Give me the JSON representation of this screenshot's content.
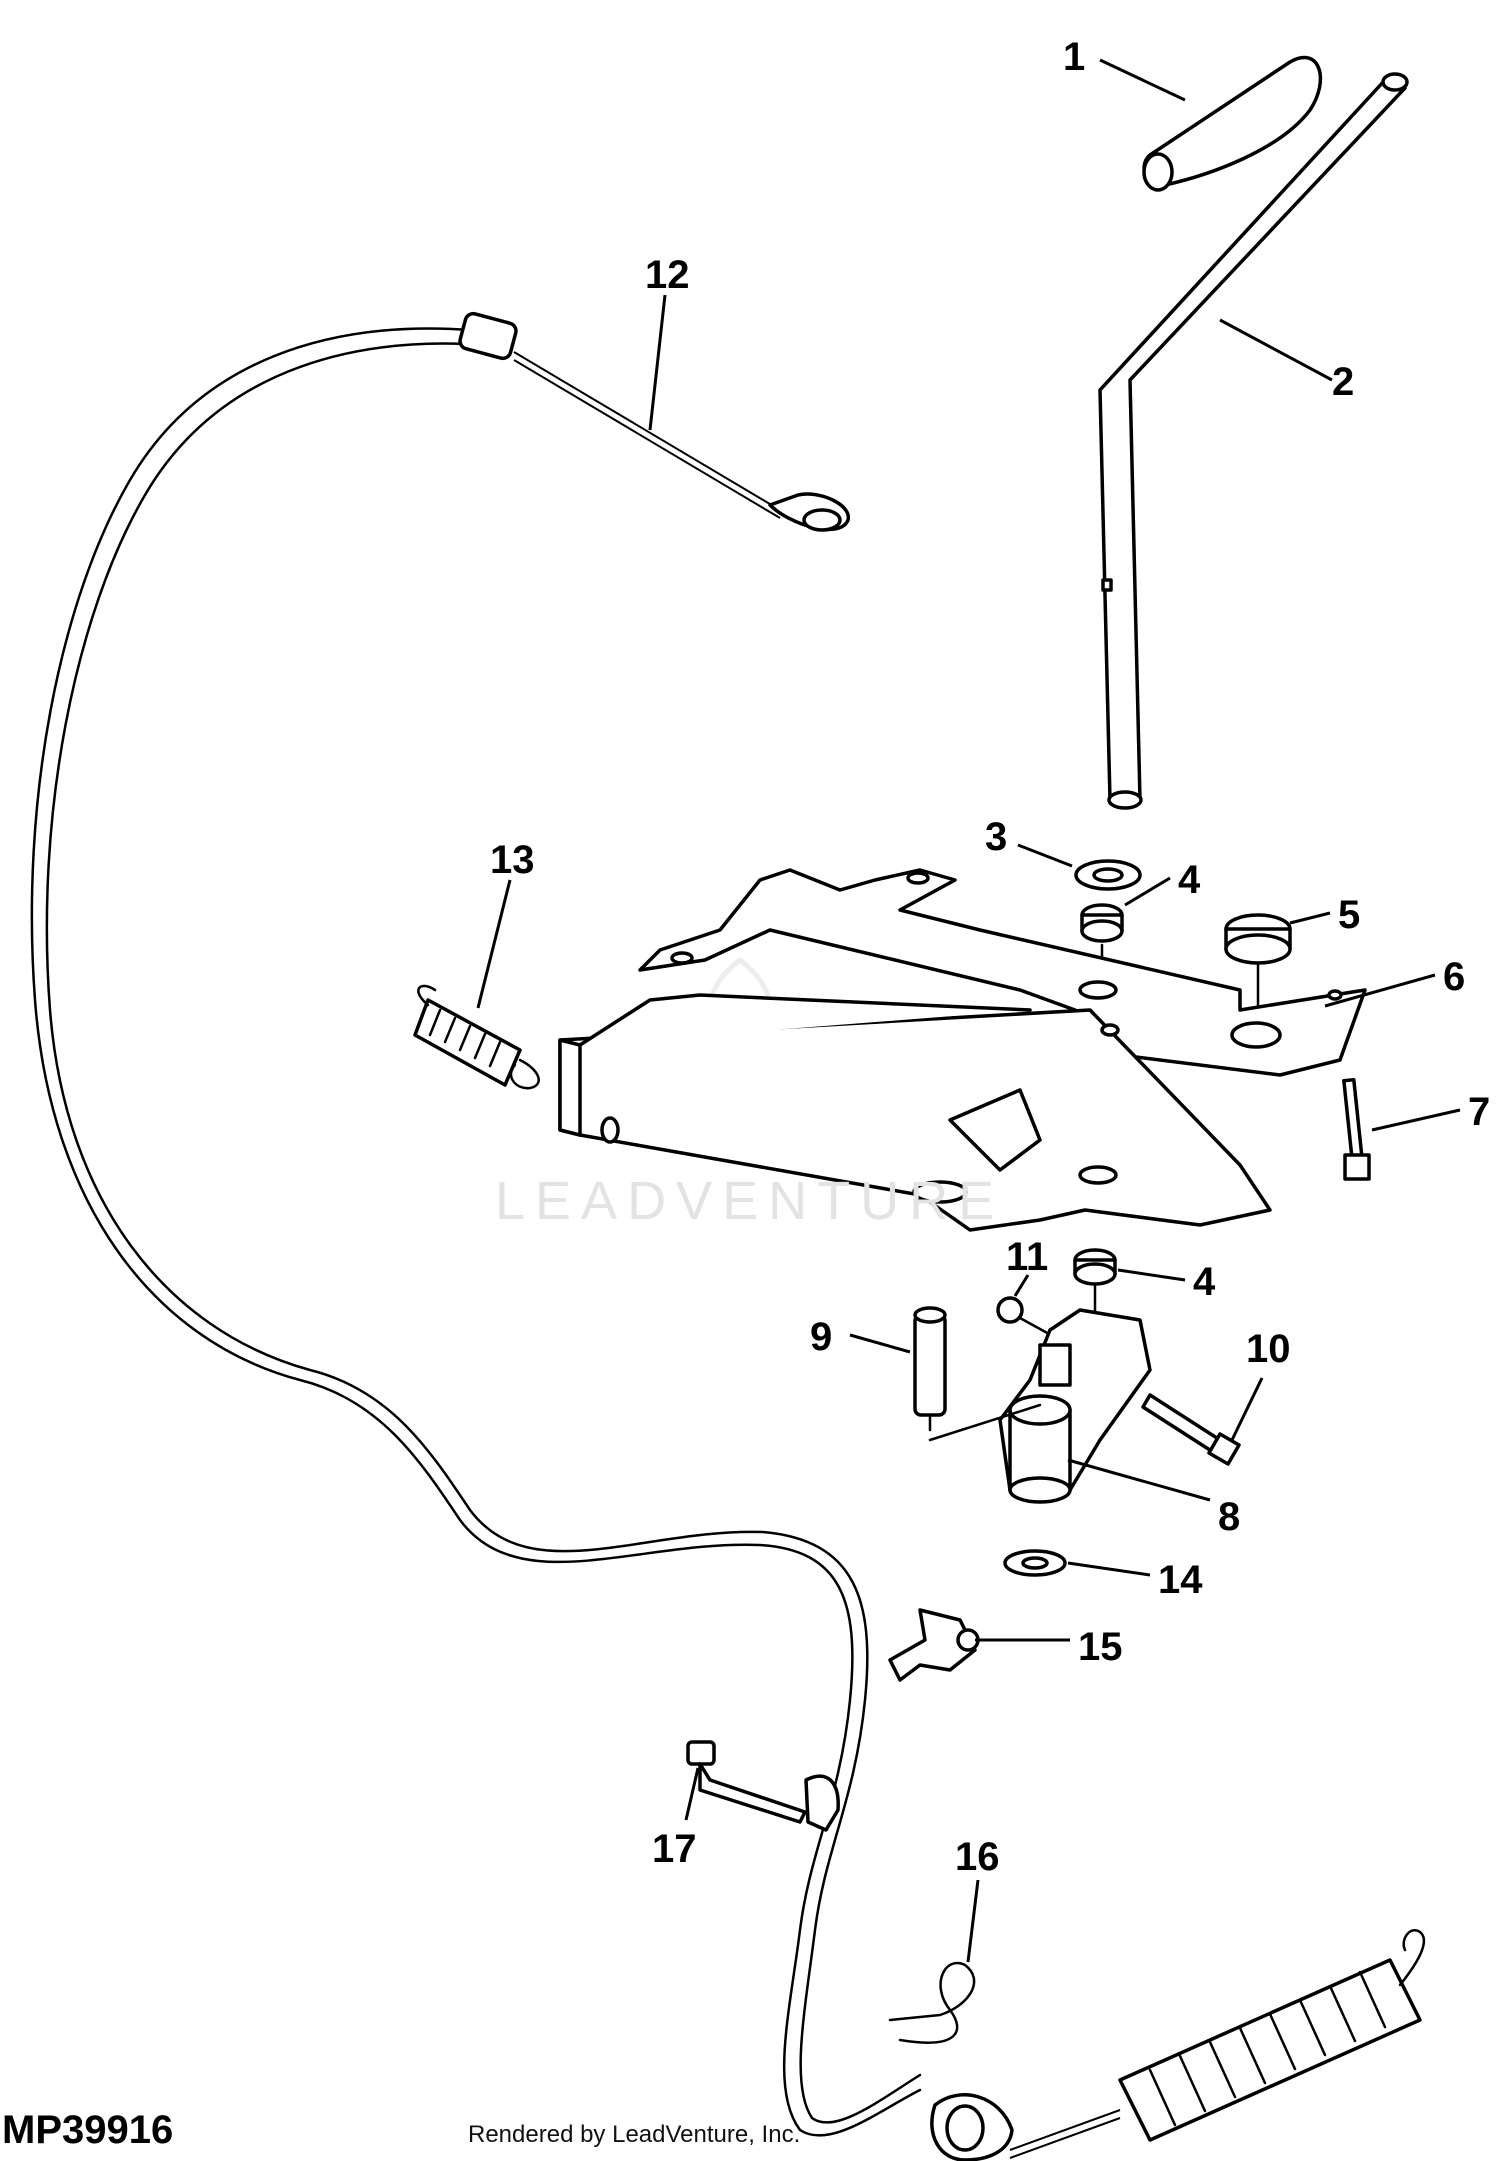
{
  "diagram": {
    "id": "MP39916",
    "credit": "Rendered by LeadVenture, Inc.",
    "watermark": "LEADVENTURE",
    "callouts": [
      "1",
      "2",
      "3",
      "4",
      "5",
      "6",
      "7",
      "4",
      "11",
      "9",
      "10",
      "8",
      "14",
      "15",
      "17",
      "16",
      "12",
      "13"
    ]
  }
}
